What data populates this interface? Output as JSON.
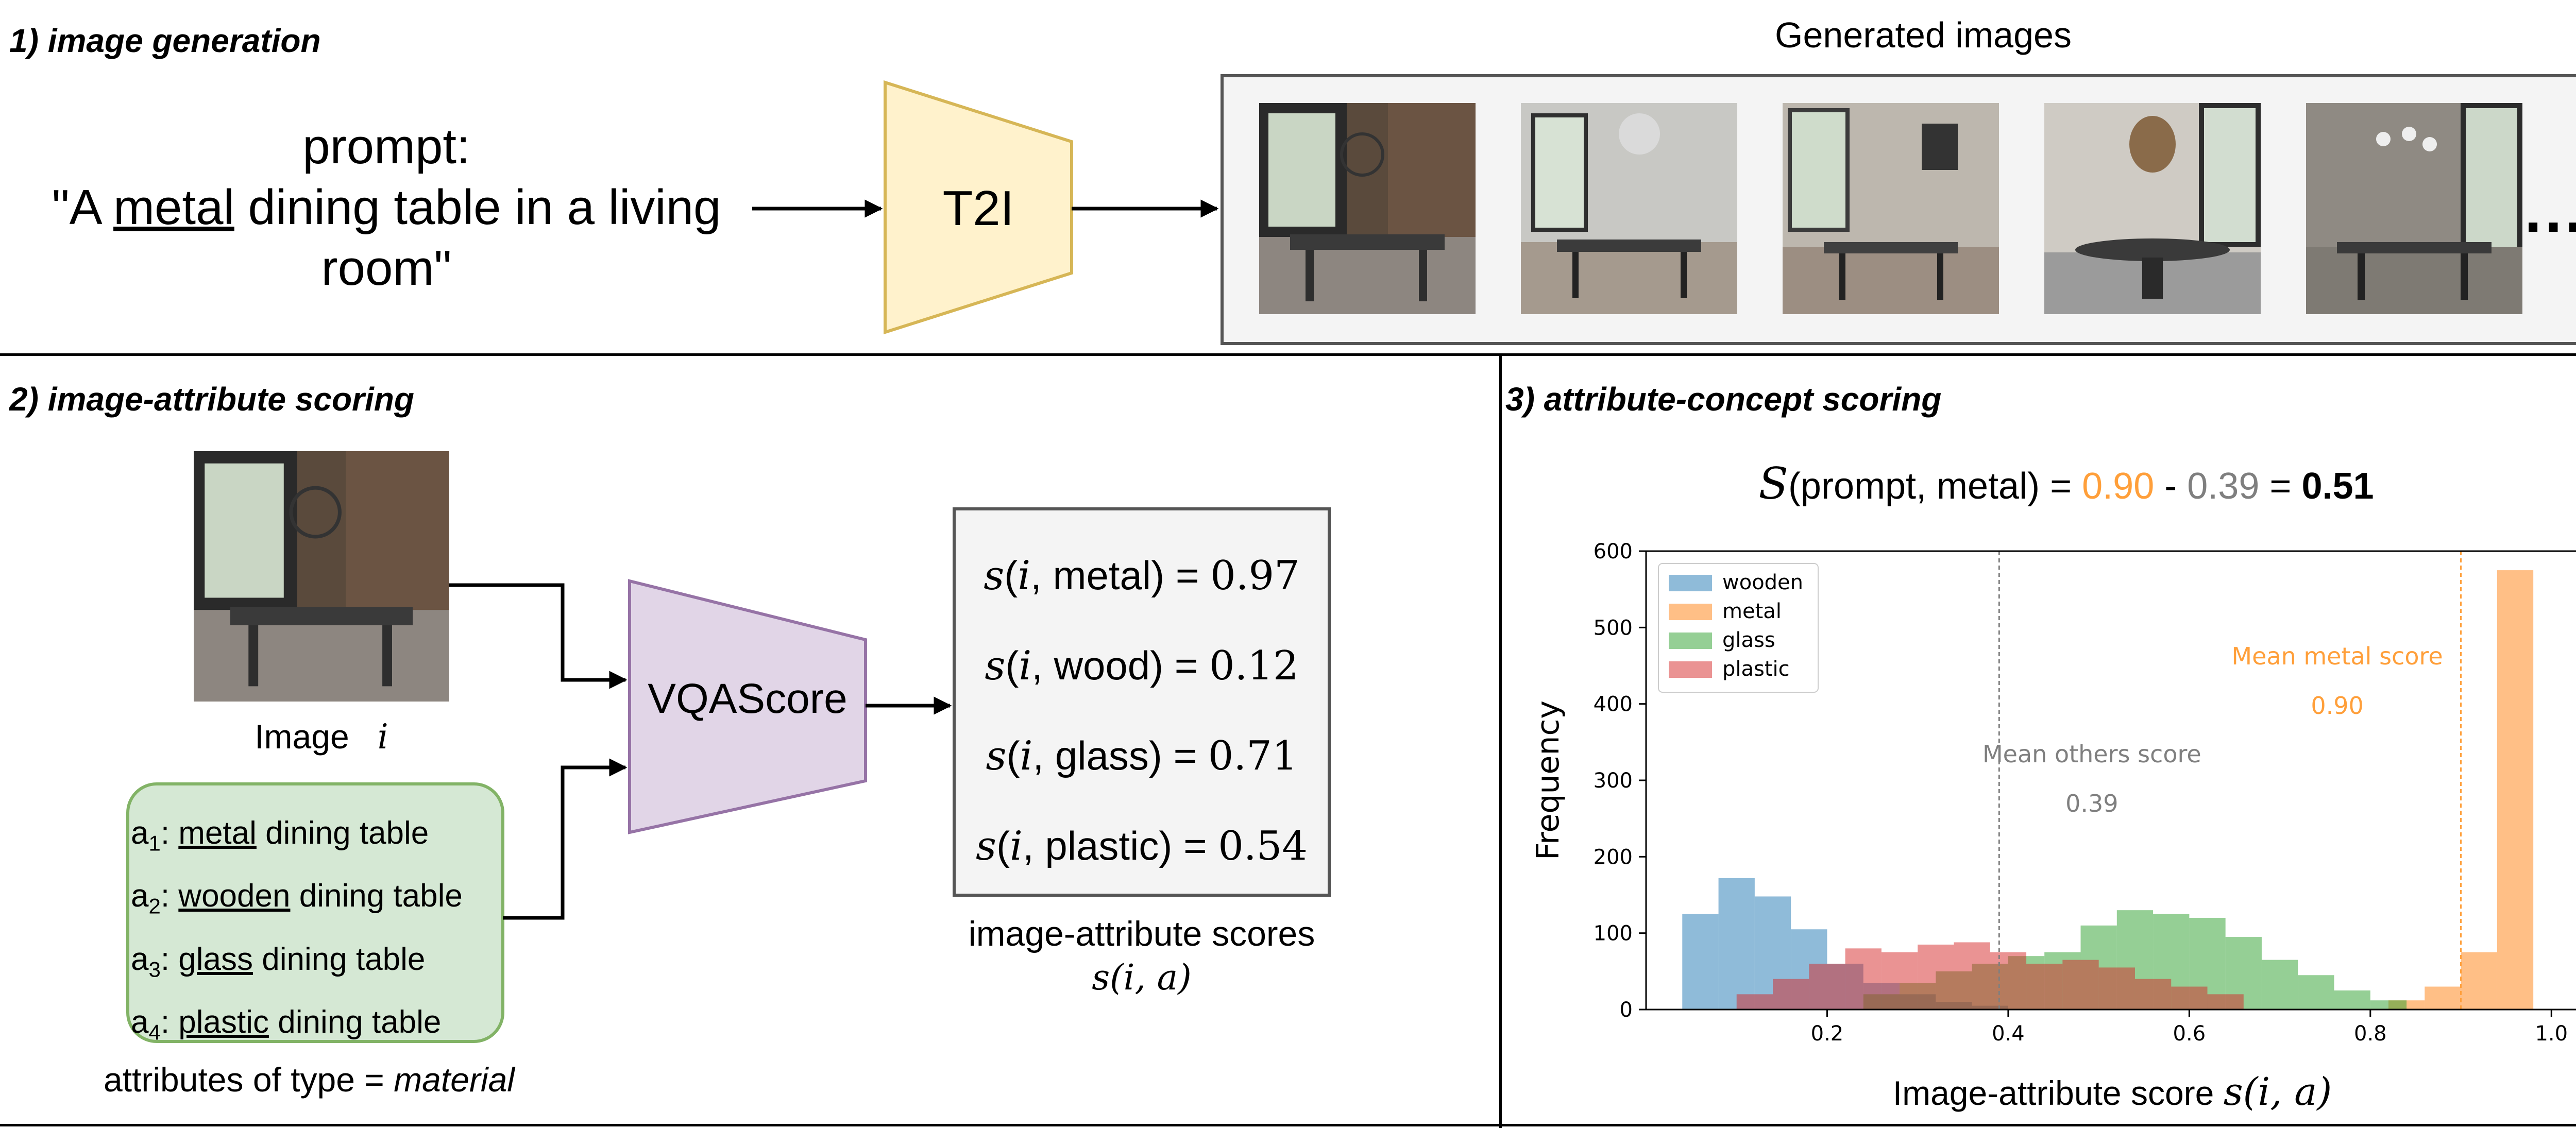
{
  "section1": {
    "title": "1) image generation",
    "prompt_lines": [
      "prompt:",
      "\"A ",
      "metal",
      " dining table in a living",
      "room\""
    ],
    "model_label": "T2I",
    "gallery_title": "Generated images",
    "ellipsis": "..."
  },
  "section2": {
    "title": "2) image-attribute scoring",
    "image_label": "Image",
    "image_var": "i",
    "attributes": [
      {
        "prefix": "a",
        "sub": "1",
        "word": "metal",
        "rest": " dining table"
      },
      {
        "prefix": "a",
        "sub": "2",
        "word": "wooden",
        "rest": " dining table"
      },
      {
        "prefix": "a",
        "sub": "3",
        "word": "glass",
        "rest": " dining table"
      },
      {
        "prefix": "a",
        "sub": "4",
        "word": "plastic",
        "rest": " dining table"
      }
    ],
    "attributes_caption_prefix": "attributes of type = ",
    "attributes_caption_type": "material",
    "scorer_label": "VQAScore",
    "scores": [
      {
        "attr": "metal",
        "value": "0.97"
      },
      {
        "attr": "wood",
        "value": "0.12"
      },
      {
        "attr": "glass",
        "value": "0.71"
      },
      {
        "attr": "plastic",
        "value": "0.54"
      }
    ],
    "scores_caption": "image-attribute scores",
    "scores_caption_math": "s(i, a)"
  },
  "section3": {
    "title": "3) attribute-concept scoring",
    "formula": {
      "S": "S",
      "args": "(prompt, metal)",
      "eq": " = ",
      "a": "0.90",
      "minus": " - ",
      "b": "0.39",
      "eq2": " = ",
      "result": "0.51"
    }
  },
  "chart_data": {
    "type": "histogram",
    "xlabel": "Image-attribute score",
    "xlabel_math": "s(i, a)",
    "ylabel": "Frequency",
    "xlim": [
      0.0,
      1.03
    ],
    "ylim": [
      0,
      600
    ],
    "xticks": [
      0.2,
      0.4,
      0.6,
      0.8,
      1.0
    ],
    "xtick_labels": [
      "0.2",
      "0.4",
      "0.6",
      "0.8",
      "1.0"
    ],
    "yticks": [
      0,
      100,
      200,
      300,
      400,
      500,
      600
    ],
    "ytick_labels": [
      "0",
      "100",
      "200",
      "300",
      "400",
      "500",
      "600"
    ],
    "legend_position": "top-left",
    "series": [
      {
        "name": "wooden",
        "color": "#1f77b4",
        "bins": [
          [
            0.04,
            0.08,
            125
          ],
          [
            0.08,
            0.12,
            172
          ],
          [
            0.12,
            0.16,
            148
          ],
          [
            0.16,
            0.2,
            105
          ],
          [
            0.2,
            0.24,
            60
          ],
          [
            0.24,
            0.28,
            35
          ],
          [
            0.28,
            0.32,
            20
          ],
          [
            0.32,
            0.36,
            10
          ],
          [
            0.36,
            0.4,
            5
          ]
        ]
      },
      {
        "name": "metal",
        "color": "#ff7f0e",
        "bins": [
          [
            0.82,
            0.86,
            12
          ],
          [
            0.86,
            0.9,
            30
          ],
          [
            0.9,
            0.94,
            75
          ],
          [
            0.94,
            0.98,
            575
          ]
        ]
      },
      {
        "name": "glass",
        "color": "#2ca02c",
        "bins": [
          [
            0.24,
            0.28,
            20
          ],
          [
            0.28,
            0.32,
            35
          ],
          [
            0.32,
            0.36,
            50
          ],
          [
            0.36,
            0.4,
            60
          ],
          [
            0.4,
            0.44,
            70
          ],
          [
            0.44,
            0.48,
            75
          ],
          [
            0.48,
            0.52,
            110
          ],
          [
            0.52,
            0.56,
            130
          ],
          [
            0.56,
            0.6,
            125
          ],
          [
            0.6,
            0.64,
            120
          ],
          [
            0.64,
            0.68,
            95
          ],
          [
            0.68,
            0.72,
            65
          ],
          [
            0.72,
            0.76,
            45
          ],
          [
            0.76,
            0.8,
            25
          ],
          [
            0.8,
            0.84,
            12
          ]
        ]
      },
      {
        "name": "plastic",
        "color": "#d62728",
        "bins": [
          [
            0.1,
            0.14,
            20
          ],
          [
            0.14,
            0.18,
            40
          ],
          [
            0.18,
            0.22,
            60
          ],
          [
            0.22,
            0.26,
            80
          ],
          [
            0.26,
            0.3,
            75
          ],
          [
            0.3,
            0.34,
            85
          ],
          [
            0.34,
            0.38,
            88
          ],
          [
            0.38,
            0.42,
            75
          ],
          [
            0.42,
            0.46,
            60
          ],
          [
            0.46,
            0.5,
            65
          ],
          [
            0.5,
            0.54,
            55
          ],
          [
            0.54,
            0.58,
            40
          ],
          [
            0.58,
            0.62,
            30
          ],
          [
            0.62,
            0.66,
            20
          ]
        ]
      }
    ],
    "vlines": [
      {
        "x": 0.39,
        "color": "#7f7f7f",
        "label": "Mean others score",
        "value": "0.39"
      },
      {
        "x": 0.9,
        "color": "#ff9f3a",
        "label": "Mean metal score",
        "value": "0.90"
      }
    ]
  },
  "colors": {
    "t2i_fill": "#fff2cc",
    "t2i_stroke": "#d6b656",
    "vqa_fill": "#e1d5e7",
    "vqa_stroke": "#9673a6",
    "attr_fill": "#d5e8d4",
    "attr_stroke": "#82b366",
    "orange": "#ff9f3a",
    "gray": "#7f7f7f"
  }
}
